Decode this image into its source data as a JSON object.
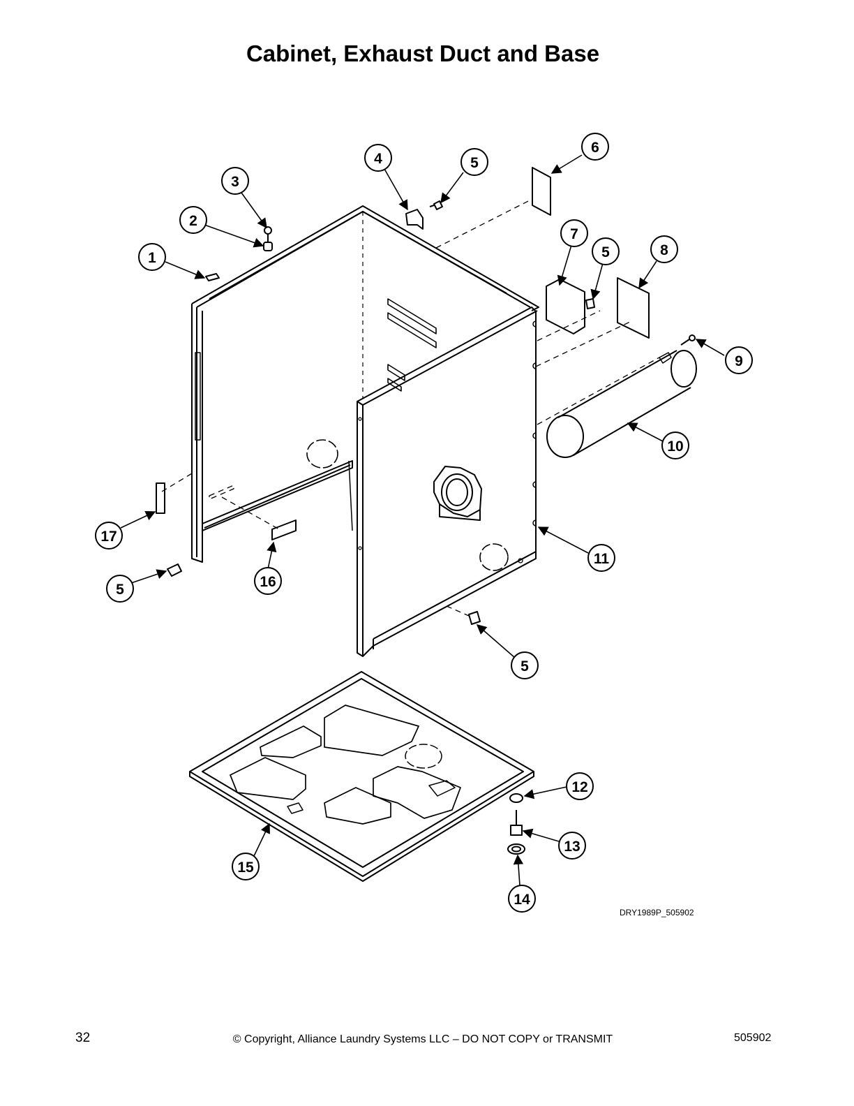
{
  "title": "Cabinet, Exhaust Duct and Base",
  "drawing_code": "DRY1989P_505902",
  "callouts": [
    "1",
    "2",
    "3",
    "4",
    "5",
    "6",
    "7",
    "5",
    "8",
    "9",
    "10",
    "11",
    "5",
    "5",
    "12",
    "13",
    "14",
    "15",
    "16",
    "17",
    "5"
  ],
  "footer": {
    "page_number": "32",
    "copyright": "© Copyright, Alliance Laundry Systems LLC – DO NOT COPY or TRANSMIT",
    "document_number": "505902"
  }
}
